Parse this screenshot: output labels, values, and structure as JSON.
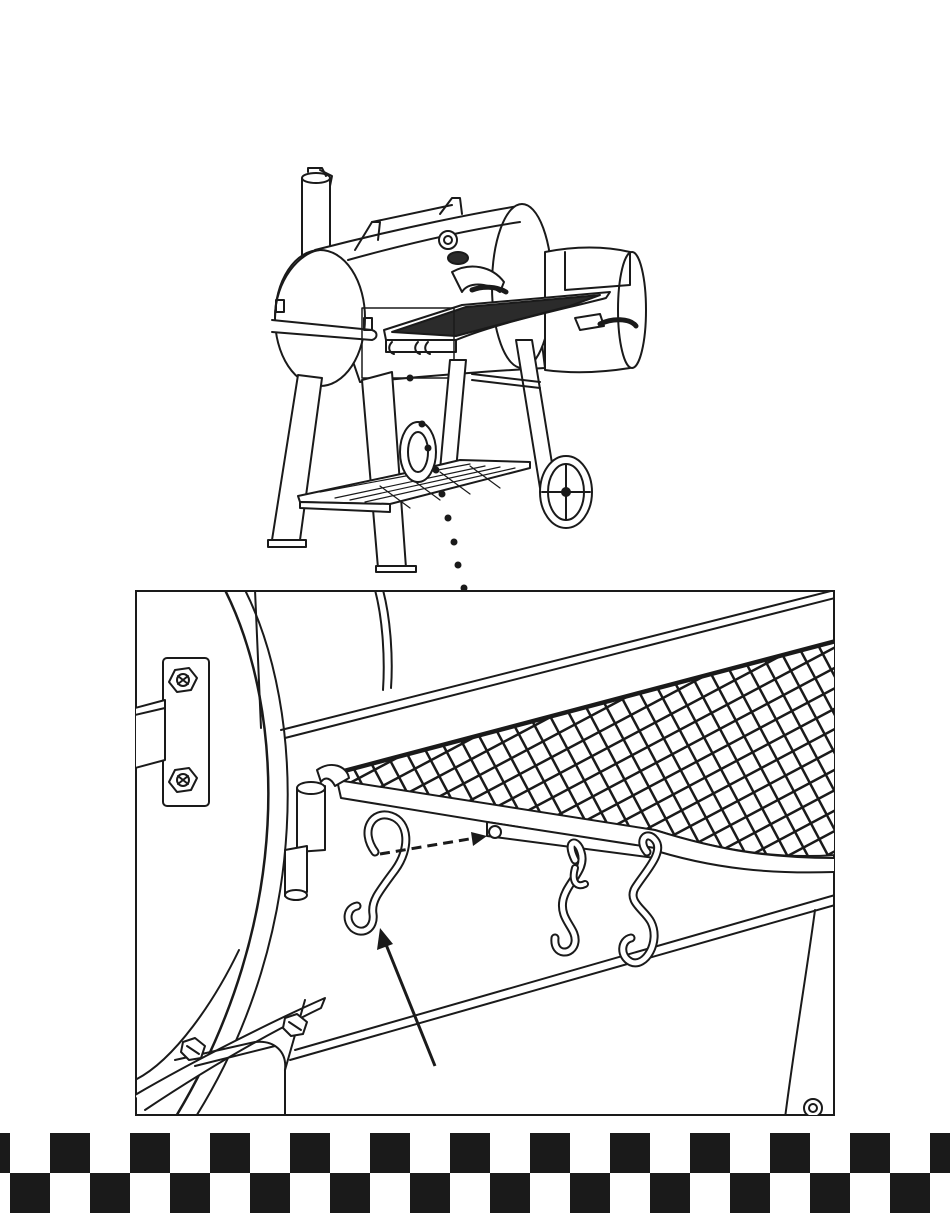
{
  "figure": {
    "overview_caption": "",
    "detail_caption": "",
    "step_label": ""
  },
  "colors": {
    "ink": "#1a1a1a",
    "paper": "#ffffff",
    "grate": "#2b2b2b"
  },
  "icons": {
    "overview": "smoker-grill-illustration",
    "detail": "s-hook-detail-illustration",
    "pattern": "checkered-flag-border"
  }
}
